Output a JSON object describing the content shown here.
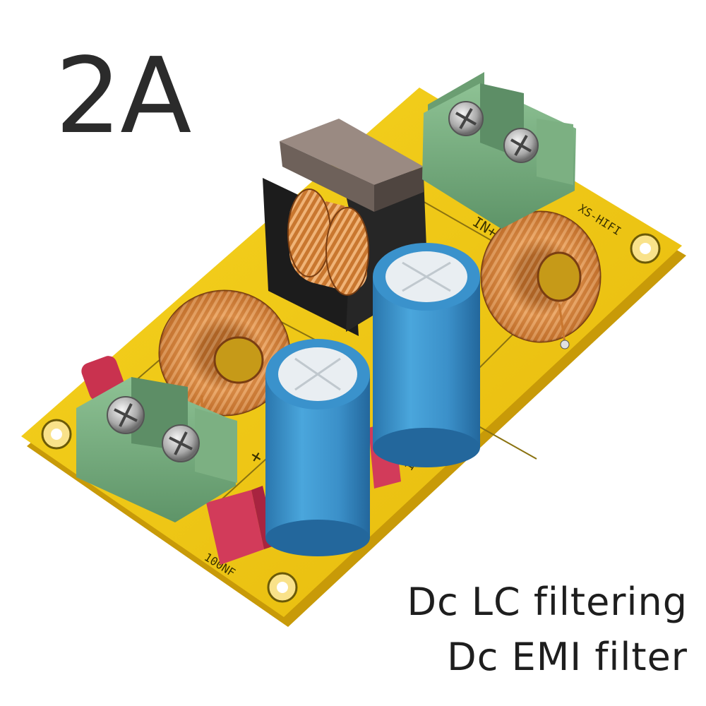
{
  "headline": "2A",
  "caption": {
    "line1": "Dc LC filtering",
    "line2": "Dc EMI filter"
  },
  "silkscreen": {
    "input_label": "IN+",
    "output_label": "+",
    "cap_value_left": "100NF",
    "cap_value_right": "100NF",
    "brand": "XS-HIFI"
  },
  "colors": {
    "pcb": "#f2cc1a",
    "terminal": "#7fae84",
    "capacitor": "#3e97cf",
    "copper": "#d6863f",
    "film_cap": "#d23b5a"
  }
}
